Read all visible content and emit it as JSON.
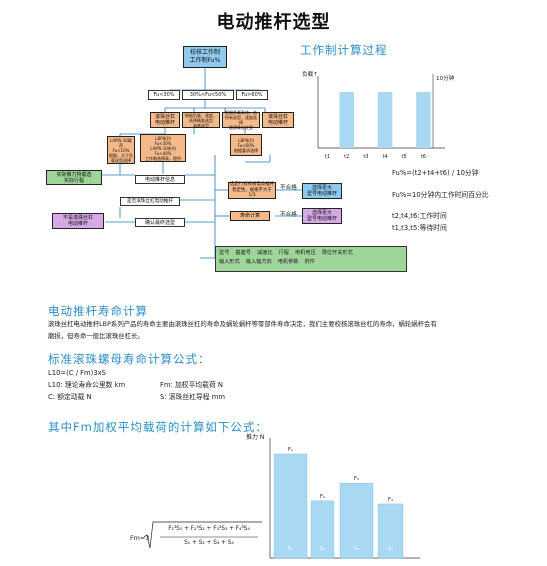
{
  "page_title": "电动推杆选型",
  "flow": {
    "top": "校核工作制\n工作制Fu%",
    "ranges": [
      "Fu<30%",
      "30%<Fu<50%",
      "Fu>60%"
    ],
    "level2": [
      "滚珠丝杠\n电动推杆",
      "根据负载，速度，\n选择精准选型\n或者选型",
      "根据负载寿命，选\n所有选型，速度选择\n超滚珠丝杠型",
      "滚珠丝杠\n电动推杆"
    ],
    "level3_left": "LAMS-10载荷\nFu<10%\n根据，大于负\n载选型选择",
    "level3_mid": "LBP系列\nFu<30%\nLAMS-10系列\nFu<40%\n工作制选择表，提供",
    "level3_right": "LBP系列\nFu<60%\n根据要求选择",
    "left_a": "实际推力特载选\n实际行程",
    "mid_a": "电动推杆信息",
    "right_a": "选定行程校核电动推杆\n稳定性，规格不大于1/3",
    "ng1": "不合格",
    "box_r1": "选择更大\n型号电动推杆",
    "left_b": "是否滚珠丝杠电动推杆",
    "left_c": "不是滚珠丝杠\n电动推杆",
    "mid_c": "确认最终选型",
    "life": "寿命计算",
    "ng2": "不合格",
    "box_r2": "选择更大\n型号电动推杆",
    "params_row1": [
      "型号",
      "基座号",
      "减速比",
      "行程",
      "电机电压",
      "限位开关形式"
    ],
    "params_row2": [
      "输入形式",
      "输入轴方向",
      "电机参数",
      "附件"
    ]
  },
  "duty": {
    "title": "工作制计算过程",
    "y_label": "负载↑",
    "ten_min": "10分钟",
    "x_ticks": [
      "t1",
      "t2",
      "t3",
      "t4",
      "t5",
      "t6"
    ],
    "formula1": "Fu%=(t2+t4+t6) / 10分钟",
    "formula2": "Fu%=10分钟内工作时间百分比",
    "note1": "t2,t4,t6:工作时间",
    "note2": "t1,t3,t5:等待时间"
  },
  "life_section": {
    "title": "电动推杆寿命计算",
    "text1": "滚珠丝杠电动推杆LBP系列产品的寿命主要由滚珠丝杠的寿命及蜗轮蜗杆等零部件寿命决定，我们主要校核滚珠丝杠的寿命，蜗轮蜗杆会有",
    "text2": "磨损，但寿命一般比滚珠丝杠长。"
  },
  "ball_section": {
    "title": "标准滚珠螺母寿命计算公式：",
    "l10": "L10=(C / Fm)3xS",
    "l10_def": "L10: 理论寿命公里数 km",
    "fm_def": "Fm: 加权平均载荷 N",
    "c_def": "C:   额定动载 N",
    "s_def": "S:   滚珠丝杠导程 mm"
  },
  "fm_section": {
    "title": "其中Fm加权平均载荷的计算如下公式：",
    "fm_label": "Fm=3",
    "numerator": "F₁³S₁ + F₂³S₂ + F₃³S₃ + F₄³S₄",
    "denominator": "S₁ + S₂ + S₃ + S₄",
    "y_label": "推力 N",
    "f_labels": [
      "F₁",
      "F₂",
      "F₃",
      "F₄"
    ],
    "s_labels": [
      "S₁",
      "S₂",
      "S₃",
      "S₄"
    ]
  },
  "chart_data": [
    {
      "type": "bar",
      "categories": [
        "t1",
        "t2",
        "t3",
        "t4",
        "t5",
        "t6"
      ],
      "values": [
        0,
        1,
        0,
        1,
        0,
        1
      ],
      "ylabel": "负载",
      "xlabel": ""
    },
    {
      "type": "bar",
      "categories": [
        "S₁",
        "S₂",
        "S₃",
        "S₄"
      ],
      "values": [
        100,
        55,
        72,
        52
      ],
      "ylabel": "推力 N",
      "xlabel": ""
    }
  ],
  "colors": {
    "accent": "#2c8fc8",
    "bar": "#a8d8f2",
    "flow_blue": "#8ec9ee",
    "flow_orange": "#f6b98a",
    "flow_magenta": "#d6a8e6",
    "flow_green": "#9ed69a"
  }
}
